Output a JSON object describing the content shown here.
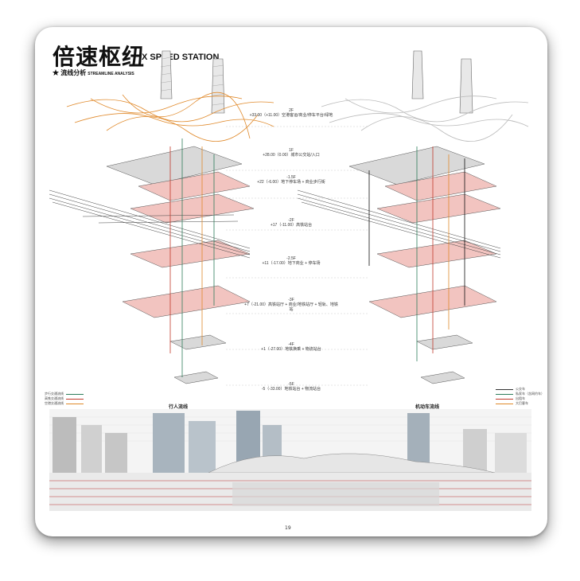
{
  "page": {
    "title_cn": "倍速枢纽",
    "title_en": "X SPEED STATION",
    "subtitle_cn": "流线分析",
    "subtitle_en": "STREAMLINE ANALYSIS",
    "page_number": "19"
  },
  "levels": [
    {
      "name": "2F",
      "desc": "+33.00（+11.00）空港客运/商业/停车平台/绿地"
    },
    {
      "name": "1F",
      "desc": "+28.00（0.00）城市公交站/入口"
    },
    {
      "name": "-1.5F",
      "desc": "+22（-6.00）地下停车场 + 商业步行街"
    },
    {
      "name": "-2F",
      "desc": "+17（-11.00）高铁站台"
    },
    {
      "name": "-2.5F",
      "desc": "+11（-17.00）地下商业 + 停车场"
    },
    {
      "name": "-3F",
      "desc": "+7（-21.00）高铁站厅 + 商业/地铁站厅 + 轻轨、地铁站"
    },
    {
      "name": "-4F",
      "desc": "+1（-27.00）地铁换乘 + 物流站台"
    },
    {
      "name": "-5F",
      "desc": "-5（-33.00）地铁站台 + 物流站台"
    }
  ],
  "legend_left": [
    {
      "label": "步行交通流线",
      "color": "#2e7d5b"
    },
    {
      "label": "高铁交通流线",
      "color": "#c0392b"
    },
    {
      "label": "空港交通流线",
      "color": "#e08a2c"
    }
  ],
  "legend_right": [
    {
      "label": "公交车",
      "color": "#333333"
    },
    {
      "label": "私家车（含网约车）",
      "color": "#2e7d5b"
    },
    {
      "label": "出租车",
      "color": "#c0392b"
    },
    {
      "label": "大巴客车",
      "color": "#e08a2c"
    }
  ],
  "captions": {
    "left": "行人流线",
    "right": "机动车流线"
  },
  "colors": {
    "pedestrian": "#2e7d5b",
    "rail": "#c0392b",
    "airport": "#e08a2c",
    "floor_pink": "#f2c4c0",
    "floor_gray": "#d9d9d9"
  }
}
